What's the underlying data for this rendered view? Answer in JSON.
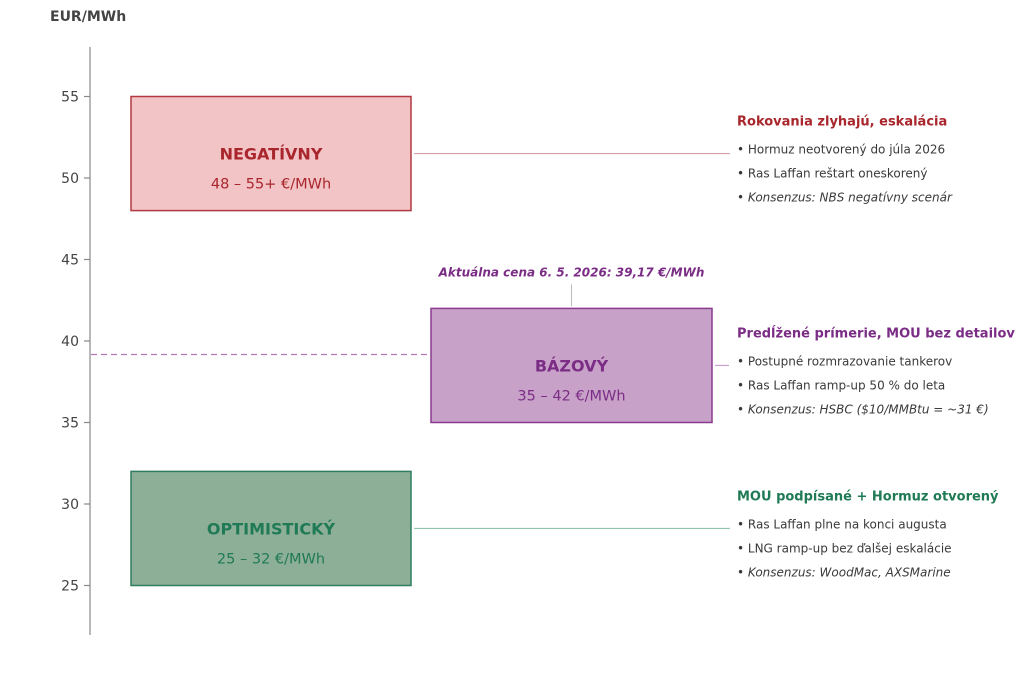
{
  "chart_data": {
    "type": "range",
    "ylabel": "EUR/MWh",
    "ylim": [
      22,
      58
    ],
    "yticks": [
      25,
      30,
      35,
      40,
      45,
      50,
      55
    ],
    "current_price": {
      "value": 39.17,
      "label": "Aktuálna cena 6. 5. 2026: 39,17 €/MWh",
      "color": "#7b2d86"
    },
    "scenarios": [
      {
        "name": "NEGATÍVNY",
        "range_label": "48 – 55+ €/MWh",
        "low": 48,
        "high": 55,
        "column": "left",
        "text_color": "#a8262c",
        "fill_color": "#f2c4c6",
        "border_color": "#b03a40",
        "line_color": "#d9a0a3",
        "heading": "Rokovania zlyhajú, eskalácia",
        "bullets": [
          "• Hormuz neotvorený do júla 2026",
          "• Ras Laffan reštart oneskorený"
        ],
        "consensus": "• Konsenzus: NBS negatívny scenár"
      },
      {
        "name": "BÁZOVÝ",
        "range_label": "35 – 42 €/MWh",
        "low": 35,
        "high": 42,
        "column": "right",
        "text_color": "#7b2d86",
        "fill_color": "#c8a1c8",
        "border_color": "#8a3a8f",
        "line_color": "#c8a1c8",
        "heading": "Predĺžené prímerie, MOU bez detailov",
        "bullets": [
          "• Postupné rozmrazovanie tankerov",
          "• Ras Laffan ramp-up 50 % do leta"
        ],
        "consensus": "• Konsenzus: HSBC ($10/MMBtu = ~31 €)"
      },
      {
        "name": "OPTIMISTICKÝ",
        "range_label": "25 – 32 €/MWh",
        "low": 25,
        "high": 32,
        "column": "left",
        "text_color": "#1f7a55",
        "fill_color": "#8daf98",
        "border_color": "#2e7d5e",
        "line_color": "#8fc4ad",
        "heading": "MOU podpísané + Hormuz otvorený",
        "bullets": [
          "• Ras Laffan plne na konci augusta",
          "• LNG ramp-up bez ďalšej eskalácie"
        ],
        "consensus": "• Konsenzus: WoodMac, AXSMarine"
      }
    ]
  }
}
